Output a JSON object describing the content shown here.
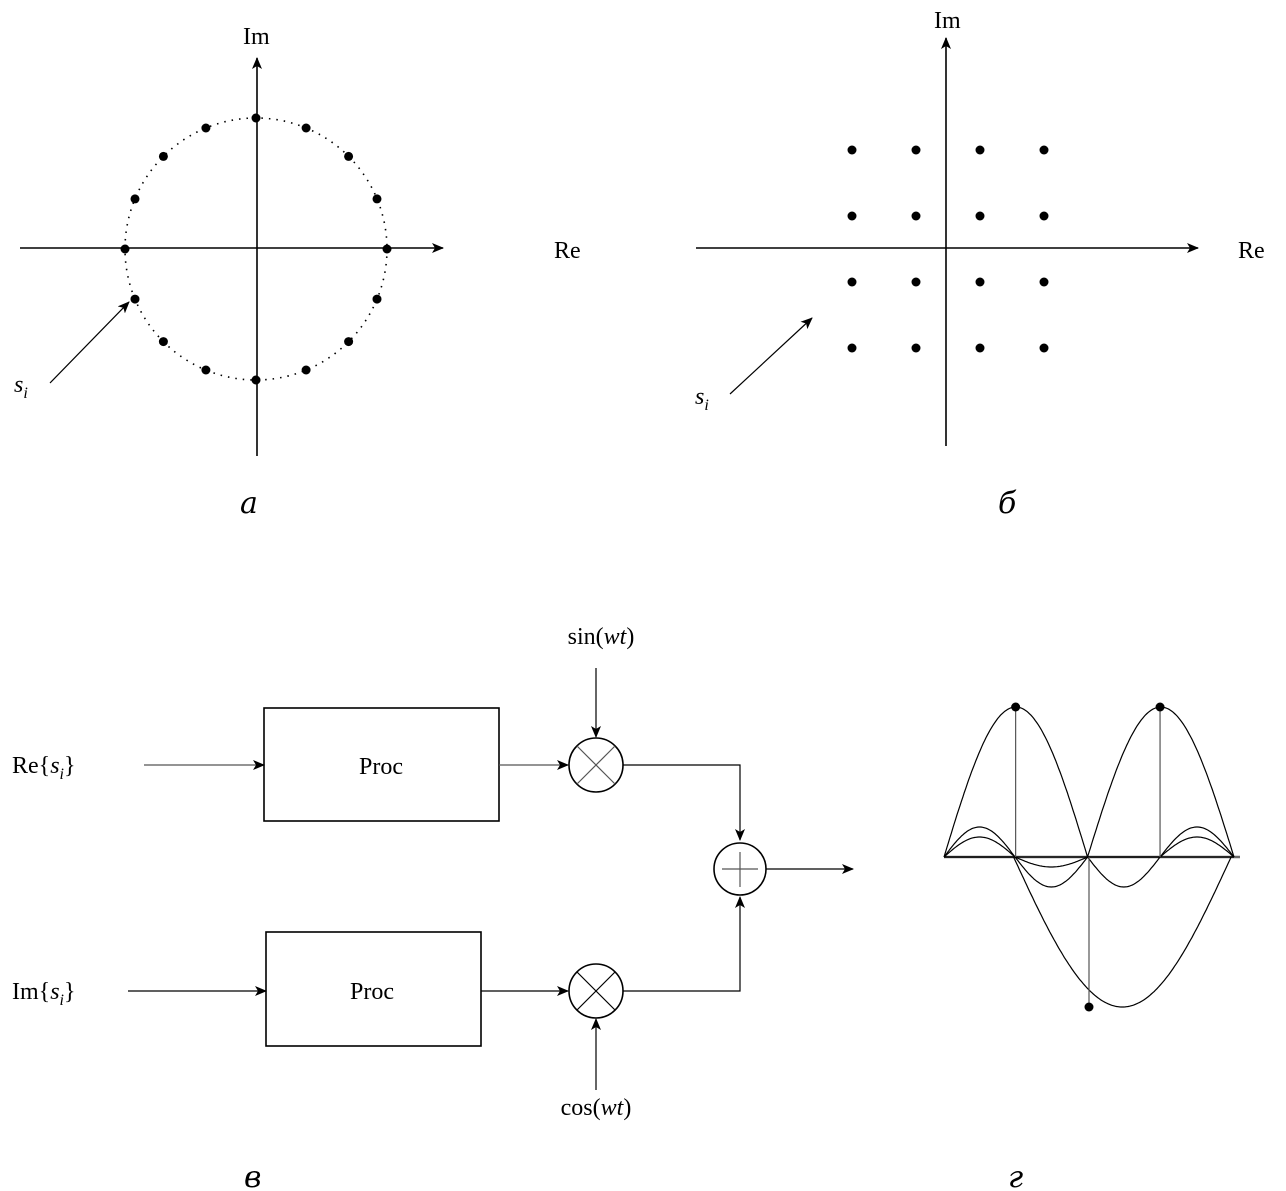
{
  "panel_a": {
    "im_label": "Im",
    "re_label": "Re",
    "point_label": "s",
    "point_label_sub": "i",
    "caption": "а",
    "point_count": 16
  },
  "panel_b": {
    "im_label": "Im",
    "re_label": "Re",
    "point_label": "s",
    "point_label_sub": "i",
    "caption": "б",
    "grid_levels": [
      -3,
      -1,
      1,
      3
    ]
  },
  "panel_c": {
    "input_re": {
      "prefix": "Re{",
      "var": "s",
      "sub": "i",
      "suffix": "}"
    },
    "input_im": {
      "prefix": "Im{",
      "var": "s",
      "sub": "i",
      "suffix": "}"
    },
    "block_top": "Proc",
    "block_bottom": "Proc",
    "carrier_sin": {
      "fn": "sin(",
      "arg": "wt",
      "close": ")"
    },
    "carrier_cos": {
      "fn": "cos(",
      "arg": "wt",
      "close": ")"
    },
    "caption": "в"
  },
  "panel_d": {
    "caption": "г"
  },
  "colors": {
    "ink": "#000000",
    "baseline": "#6a6a6a"
  }
}
